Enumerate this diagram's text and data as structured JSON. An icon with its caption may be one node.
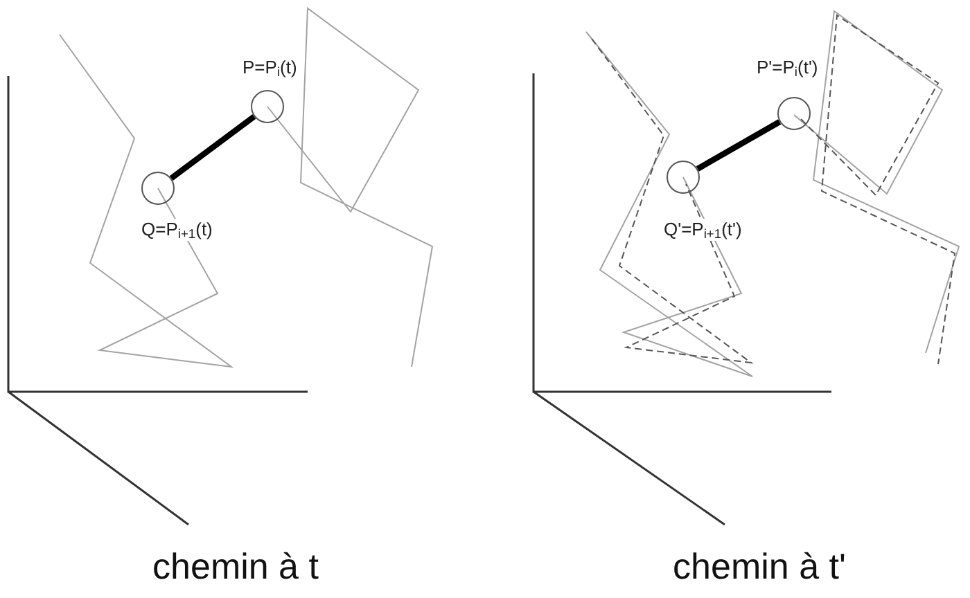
{
  "diagram": {
    "nodes": [
      {
        "text": [],
        "shape": "circle",
        "beside": [
          "P=P$_{i}$(t)"
        ]
      },
      {
        "text": [],
        "shape": "circle",
        "beside": [
          "Q=P$_{i+1}$(t)"
        ]
      },
      {
        "text": [],
        "shape": "circle",
        "beside": [
          "P'=P$_{i}$(t')"
        ]
      },
      {
        "text": [],
        "shape": "circle",
        "beside": [
          "Q'=P$_{i+1}$(t')"
        ]
      }
    ],
    "edges": [
      {
        "from": 1,
        "to": 0,
        "arrow": "none"
      },
      {
        "from": 3,
        "to": 2,
        "arrow": "none"
      }
    ],
    "labels": [
      "chemin à t",
      "chemin à t'"
    ]
  }
}
